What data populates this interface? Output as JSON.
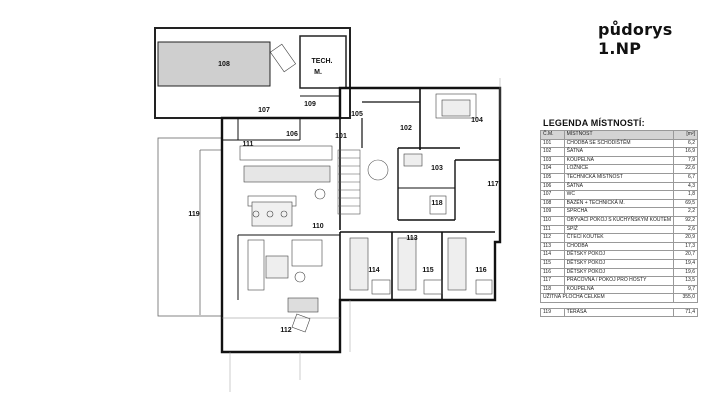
{
  "heading": "půdorys 1.NP",
  "legend": {
    "title": "LEGENDA MÍSTNOSTÍ:",
    "header": {
      "number": "Č.M.",
      "name": "MÍSTNOST",
      "area": "[m²]"
    },
    "rooms": [
      {
        "number": "101",
        "name": "CHODBA SE SCHODIŠTĚM",
        "area": "6,2"
      },
      {
        "number": "102",
        "name": "ŠATNA",
        "area": "16,9"
      },
      {
        "number": "103",
        "name": "KOUPELNA",
        "area": "7,9"
      },
      {
        "number": "104",
        "name": "LOŽNICE",
        "area": "22,6"
      },
      {
        "number": "105",
        "name": "TECHNICKÁ MÍSTNOST",
        "area": "6,7"
      },
      {
        "number": "106",
        "name": "ŠATNA",
        "area": "4,3"
      },
      {
        "number": "107",
        "name": "WC",
        "area": "1,8"
      },
      {
        "number": "108",
        "name": "BAZÉN + TECHNICKÁ M.",
        "area": "69,5"
      },
      {
        "number": "109",
        "name": "SPRCHA",
        "area": "2,2"
      },
      {
        "number": "110",
        "name": "OBÝVACÍ POKOJ S KUCHYŇSKÝM KOUTEM",
        "area": "92,2"
      },
      {
        "number": "111",
        "name": "SPÍŽ",
        "area": "2,6"
      },
      {
        "number": "112",
        "name": "ČTECÍ KOUTEK",
        "area": "20,9"
      },
      {
        "number": "113",
        "name": "CHODBA",
        "area": "17,3"
      },
      {
        "number": "114",
        "name": "DĚTSKÝ POKOJ",
        "area": "20,7"
      },
      {
        "number": "115",
        "name": "DĚTSKÝ POKOJ",
        "area": "19,4"
      },
      {
        "number": "116",
        "name": "DĚTSKÝ POKOJ",
        "area": "19,6"
      },
      {
        "number": "117",
        "name": "PRACOVNA / POKOJ PRO HOSTY",
        "area": "13,5"
      },
      {
        "number": "118",
        "name": "KOUPELNA",
        "area": "9,7"
      }
    ],
    "total": {
      "label": "UŽITNÁ PLOCHA CELKEM",
      "area": "355,0"
    },
    "terrace": {
      "number": "119",
      "name": "TERASA",
      "area": "71,4"
    }
  },
  "plan": {
    "room_labels": {
      "r101": "101",
      "r102": "102",
      "r103": "103",
      "r104": "104",
      "r105": "105",
      "r106": "106",
      "r107": "107",
      "r108": "108",
      "r109": "109",
      "r110": "110",
      "r111": "111",
      "r112": "112",
      "r113": "113",
      "r114": "114",
      "r115": "115",
      "r116": "116",
      "r117": "117",
      "r118": "118",
      "r119": "119",
      "tech1": "TECH.",
      "tech2": "M."
    }
  }
}
